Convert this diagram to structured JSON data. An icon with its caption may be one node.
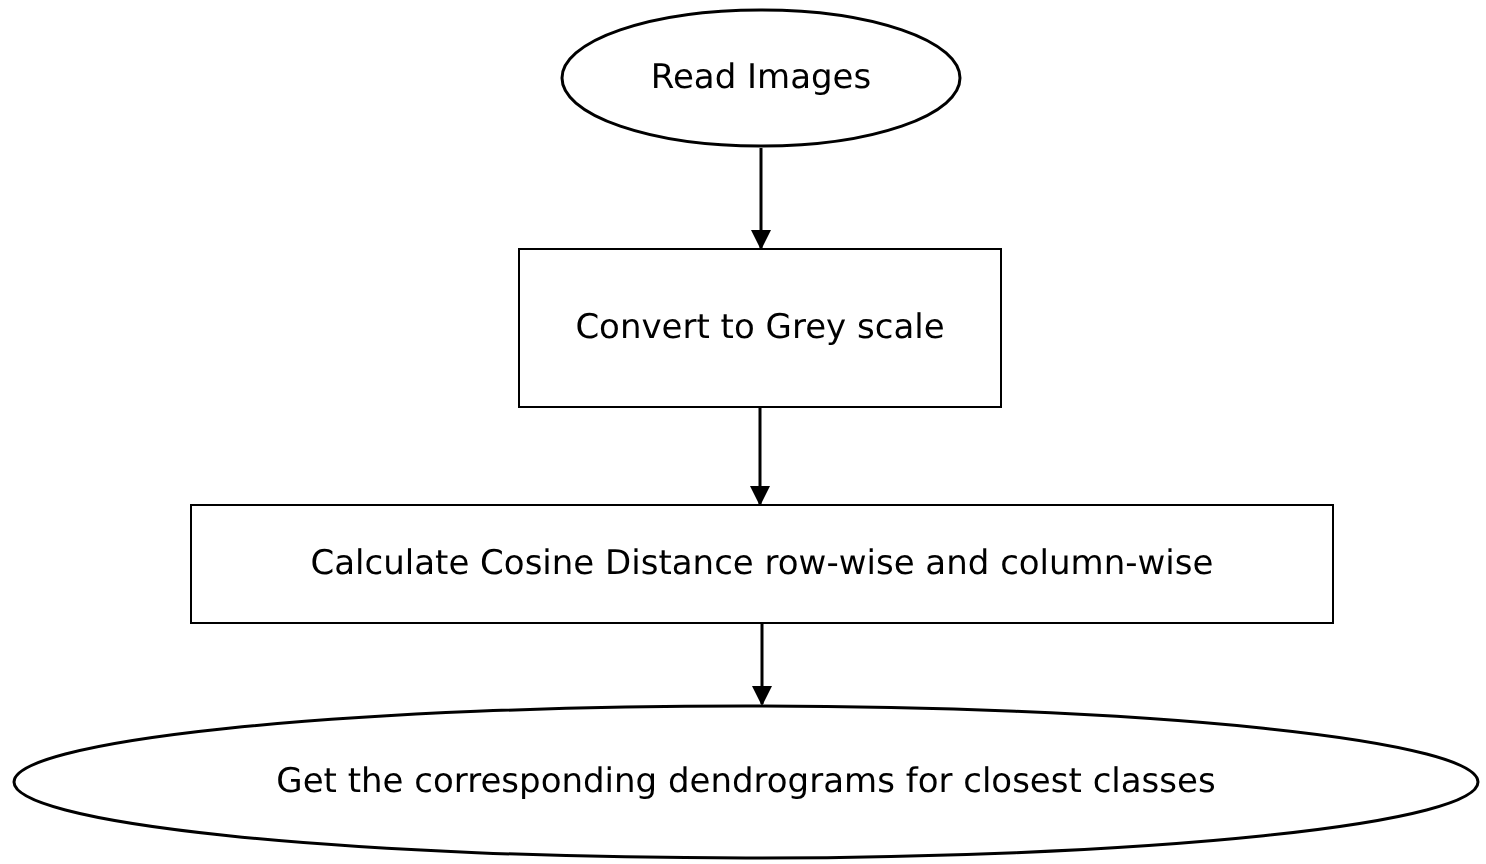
{
  "diagram": {
    "nodes": [
      {
        "text": [
          "Read Images"
        ]
      },
      {
        "text": [
          "Convert to Grey scale"
        ]
      },
      {
        "text": [
          "Calculate Cosine Distance row-wise and column-wise"
        ]
      },
      {
        "text": [
          "Get the corresponding dendrograms for closest classes"
        ]
      }
    ],
    "edges": [
      {
        "from": 0,
        "to": 1,
        "arrow": "to"
      },
      {
        "from": 1,
        "to": 2,
        "arrow": "to"
      },
      {
        "from": 2,
        "to": 3,
        "arrow": "to"
      }
    ]
  }
}
